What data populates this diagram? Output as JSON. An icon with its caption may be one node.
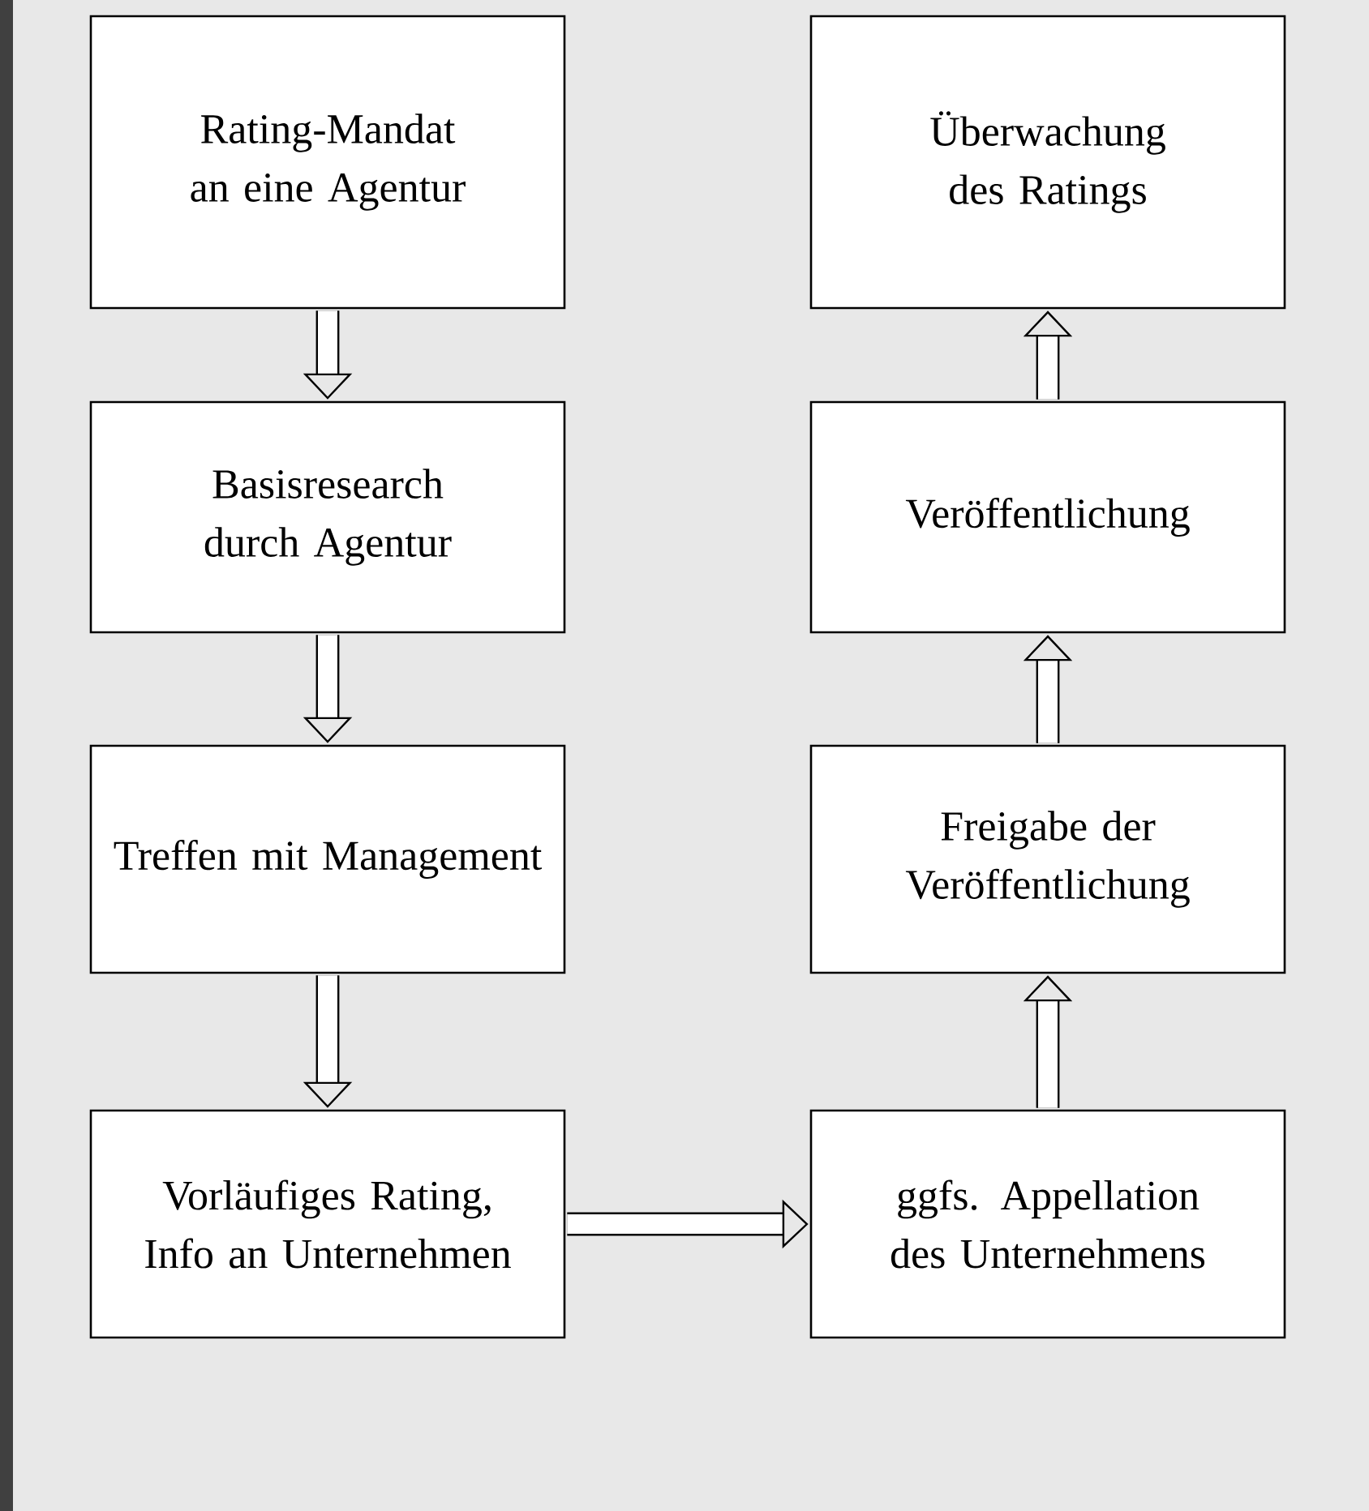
{
  "diagram": {
    "nodes": [
      {
        "text": [
          "Rating-Mandat an eine Agentur"
        ]
      },
      {
        "text": [
          "Basisresearch durch Agentur"
        ]
      },
      {
        "text": [
          "Treffen mit Management"
        ]
      },
      {
        "text": [
          "Vorläufiges Rating, Info an Unternehmen"
        ]
      },
      {
        "text": [
          "ggfs. Appellation des Unternehmens"
        ]
      },
      {
        "text": [
          "Freigabe der Veröffentlichung"
        ]
      },
      {
        "text": [
          "Veröffentlichung"
        ]
      },
      {
        "text": [
          "Überwachung des Ratings"
        ]
      }
    ],
    "edges": [
      {
        "from": 0,
        "to": 1,
        "arrow": "to"
      },
      {
        "from": 1,
        "to": 2,
        "arrow": "to"
      },
      {
        "from": 2,
        "to": 3,
        "arrow": "to"
      },
      {
        "from": 3,
        "to": 4,
        "arrow": "to"
      },
      {
        "from": 4,
        "to": 5,
        "arrow": "to"
      },
      {
        "from": 5,
        "to": 6,
        "arrow": "to"
      },
      {
        "from": 6,
        "to": 7,
        "arrow": "to"
      }
    ]
  }
}
